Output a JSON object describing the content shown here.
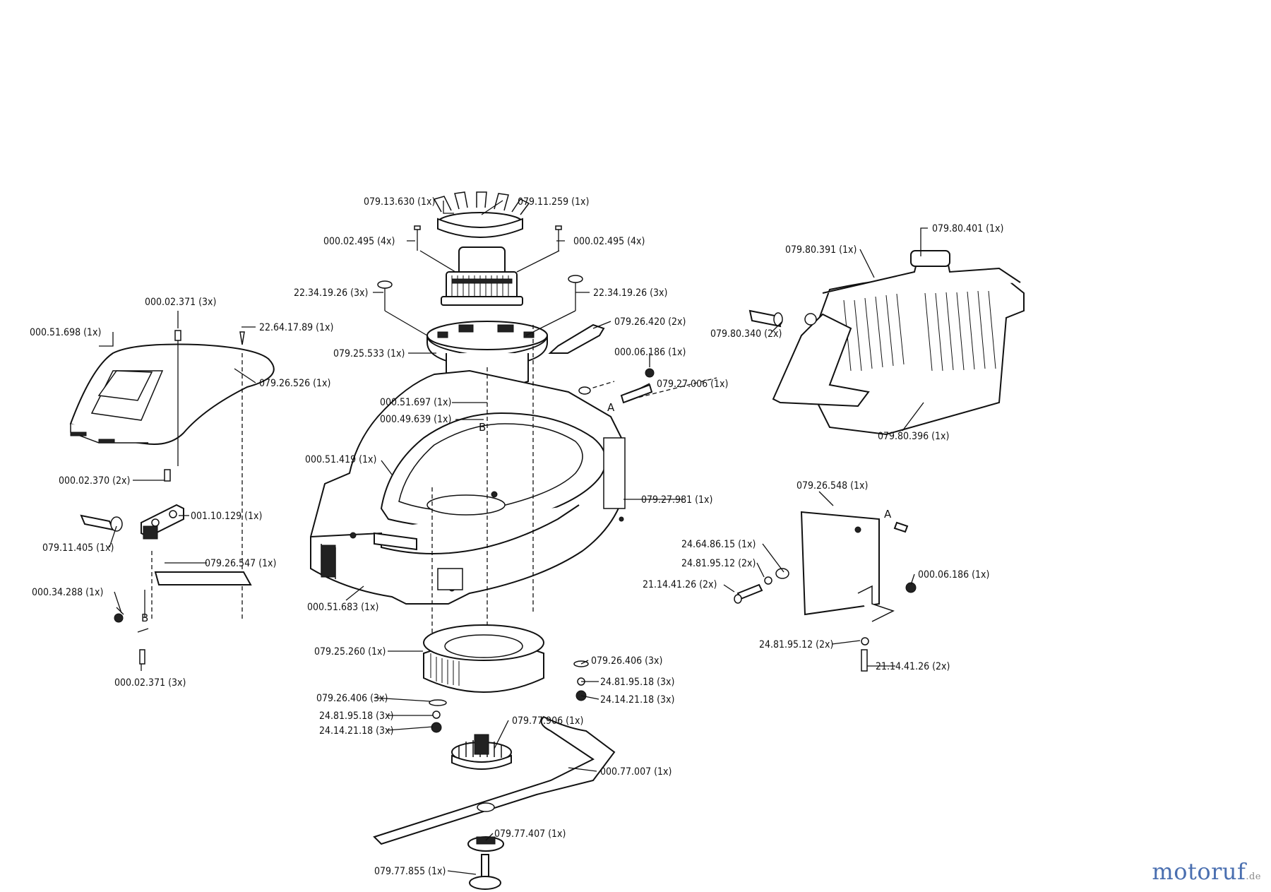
{
  "parts": [
    {
      "id": "p1",
      "label": "079.13.630  (1x)"
    },
    {
      "id": "p2",
      "label": "079.11.259  (1x)"
    },
    {
      "id": "p3",
      "label": "000.02.495  (4x)"
    },
    {
      "id": "p4",
      "label": "000.02.495  (4x)"
    },
    {
      "id": "p5",
      "label": "22.34.19.26  (3x)"
    },
    {
      "id": "p6",
      "label": "22.34.19.26  (3x)"
    },
    {
      "id": "p7",
      "label": "079.26.420  (2x)"
    },
    {
      "id": "p8",
      "label": "079.25.533  (1x)"
    },
    {
      "id": "p9",
      "label": "000.06.186  (1x)"
    },
    {
      "id": "p10",
      "label": "079.27.006  (1x)"
    },
    {
      "id": "p11",
      "label": "000.02.371  (3x)"
    },
    {
      "id": "p12",
      "label": "22.64.17.89  (1x)"
    },
    {
      "id": "p13",
      "label": "000.51.698  (1x)"
    },
    {
      "id": "p14",
      "label": "079.26.526  (1x)"
    },
    {
      "id": "p15",
      "label": "000.51.697  (1x)"
    },
    {
      "id": "p16",
      "label": "000.49.639  (1x)"
    },
    {
      "id": "p17",
      "label": "000.51.419  (1x)"
    },
    {
      "id": "p18",
      "label": "079.27.981  (1x)"
    },
    {
      "id": "p19",
      "label": "000.02.370  (2x)"
    },
    {
      "id": "p20",
      "label": "001.10.129  (1x)"
    },
    {
      "id": "p21",
      "label": "079.11.405  (1x)"
    },
    {
      "id": "p22",
      "label": "079.26.547  (1x)"
    },
    {
      "id": "p23",
      "label": "000.34.288  (1x)"
    },
    {
      "id": "p24",
      "label": "000.51.683  (1x)"
    },
    {
      "id": "p25",
      "label": "000.02.371  (3x)"
    },
    {
      "id": "p26",
      "label": "079.25.260  (1x)"
    },
    {
      "id": "p27",
      "label": "079.26.406  (3x)"
    },
    {
      "id": "p28",
      "label": "24.81.95.18  (3x)"
    },
    {
      "id": "p29",
      "label": "24.14.21.18  (3x)"
    },
    {
      "id": "p30",
      "label": "079.26.406  (3x)"
    },
    {
      "id": "p31",
      "label": "24.81.95.18  (3x)"
    },
    {
      "id": "p32",
      "label": "24.14.21.18  (3x)"
    },
    {
      "id": "p33",
      "label": "079.77.906  (1x)"
    },
    {
      "id": "p34",
      "label": "000.77.007  (1x)"
    },
    {
      "id": "p35",
      "label": "079.77.407  (1x)"
    },
    {
      "id": "p36",
      "label": "079.77.855  (1x)"
    },
    {
      "id": "p37",
      "label": "079.80.401  (1x)"
    },
    {
      "id": "p38",
      "label": "079.80.391  (1x)"
    },
    {
      "id": "p39",
      "label": "079.80.340  (2x)"
    },
    {
      "id": "p40",
      "label": "079.80.396  (1x)"
    },
    {
      "id": "p41",
      "label": "079.26.548  (1x)"
    },
    {
      "id": "p42",
      "label": "24.64.86.15  (1x)"
    },
    {
      "id": "p43",
      "label": "24.81.95.12  (2x)"
    },
    {
      "id": "p44",
      "label": "21.14.41.26  (2x)"
    },
    {
      "id": "p45",
      "label": "000.06.186  (1x)"
    },
    {
      "id": "p46",
      "label": "24.81.95.12  (2x)"
    },
    {
      "id": "p47",
      "label": "21.14.41.26  (2x)"
    }
  ],
  "reference_letters": {
    "a1": "A",
    "a2": "A",
    "b1": "B",
    "b2": "B"
  },
  "watermark": {
    "brand": "motoruf",
    "tld": ".de"
  }
}
